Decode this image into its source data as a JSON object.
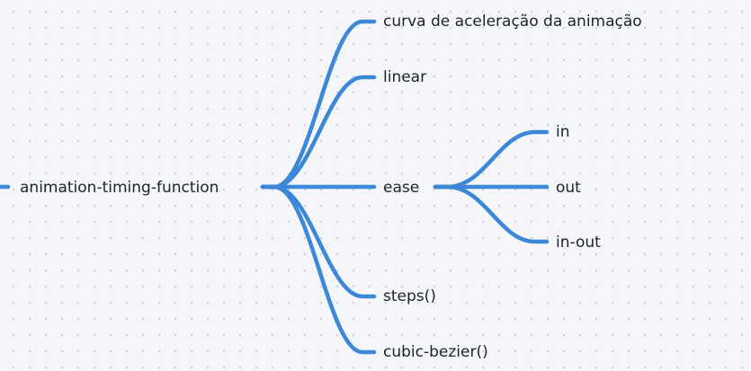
{
  "root": {
    "label": "animation-timing-function"
  },
  "children": [
    {
      "label": "curva de aceleração da animação"
    },
    {
      "label": "linear"
    },
    {
      "label": "ease",
      "children": [
        {
          "label": "in"
        },
        {
          "label": "out"
        },
        {
          "label": "in-out"
        }
      ]
    },
    {
      "label": "steps()"
    },
    {
      "label": "cubic-bezier()"
    }
  ],
  "colors": {
    "branch": "#3d87d8",
    "background": "#f4f6f9",
    "text": "#1f2329"
  }
}
